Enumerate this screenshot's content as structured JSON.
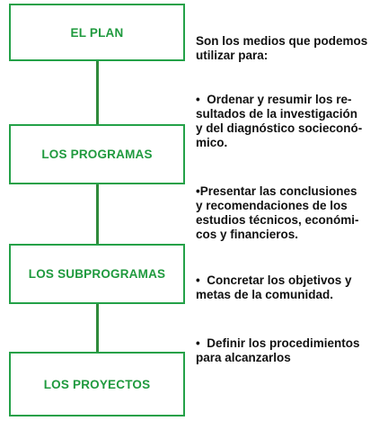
{
  "boxes": {
    "plan": "EL PLAN",
    "programas": "LOS PROGRAMAS",
    "subprogramas": "LOS SUBPROGRAMAS",
    "proyectos": "LOS PROYECTOS"
  },
  "intro": {
    "line1": "Son los medios que podemos",
    "line2": "utilizar para:"
  },
  "items": [
    {
      "line1": "•  Ordenar y resumir los re-",
      "line2": "sultados de la investigación",
      "line3": "y del diagnóstico socieconó-",
      "line4": "mico."
    },
    {
      "line1": "•Presentar las conclusiones",
      "line2": "y recomendaciones de los",
      "line3": "estudios técnicos, económi-",
      "line4": "cos y financieros."
    },
    {
      "line1": "•  Concretar los objetivos y",
      "line2": "metas de la comunidad."
    },
    {
      "line1": "•  Definir los procedimientos",
      "line2": "para alcanzarlos"
    }
  ],
  "colors": {
    "box_border": "#24a148",
    "box_text": "#1f9a3e",
    "connector": "#2f8a3b",
    "body_text": "#111111"
  }
}
